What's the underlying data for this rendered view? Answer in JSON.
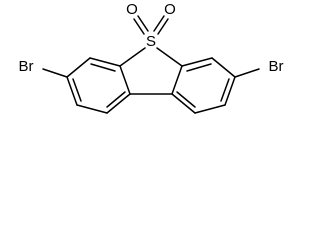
{
  "molecule": {
    "atoms": {
      "sulfur": "S",
      "oxygen_left": "O",
      "oxygen_right": "O",
      "bromine_left": "Br",
      "bromine_right": "Br"
    }
  },
  "colors": {
    "bond": "#000000",
    "label": "#000000",
    "background": "#ffffff"
  }
}
